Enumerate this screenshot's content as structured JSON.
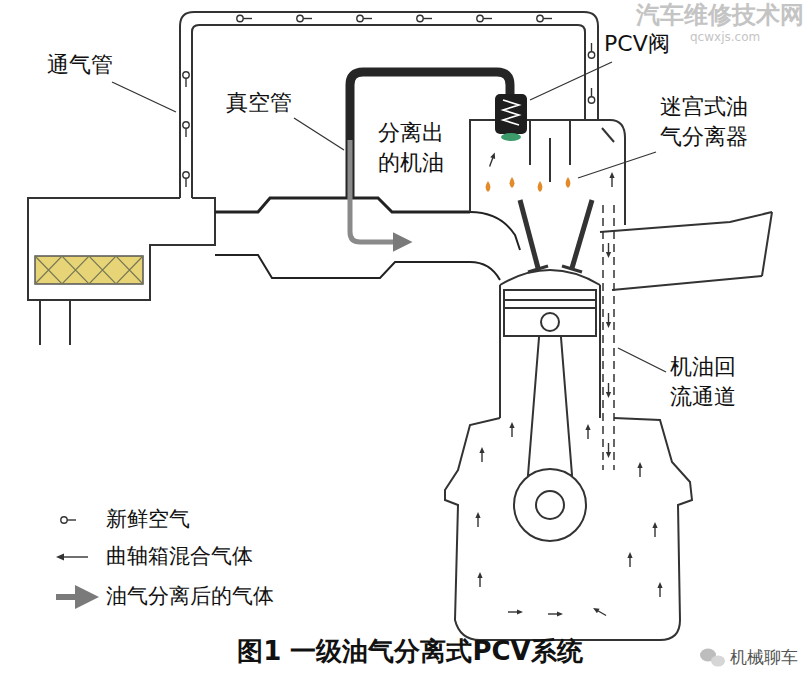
{
  "diagram": {
    "caption": "图1 一级油气分离式PCV系统",
    "labels": [
      "通气管",
      "真空管",
      "PCV阀",
      "分离出的机油",
      "迷宫式油气分离器",
      "机油回流通道",
      "汽车维修技术网",
      "qcwxjs.com",
      "机械聊车"
    ],
    "legend": [
      {
        "text": "新鲜空气"
      },
      {
        "text": "曲轴箱混合气体"
      },
      {
        "text": "油气分离后的气体"
      }
    ]
  }
}
